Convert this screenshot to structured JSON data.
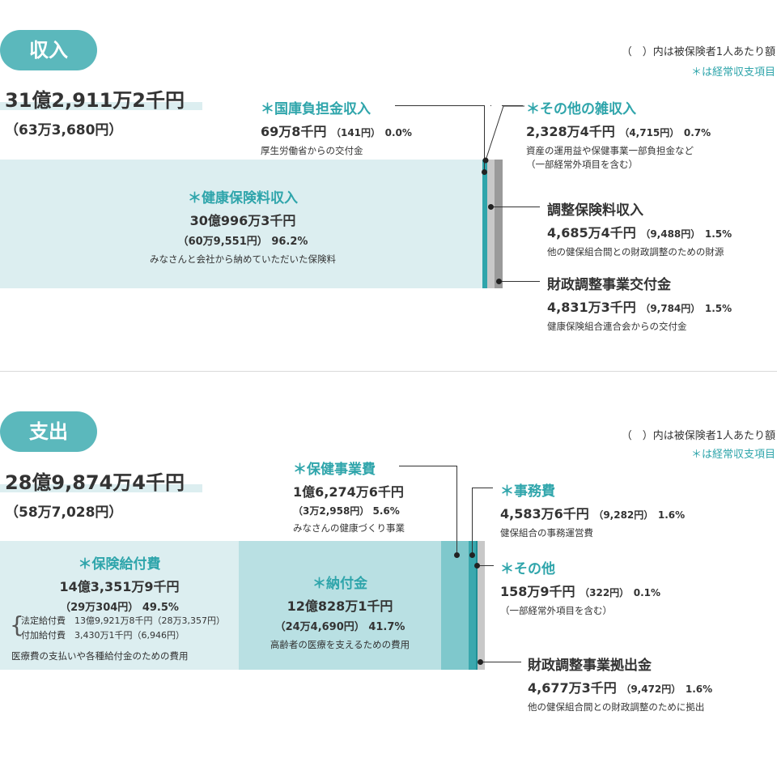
{
  "income": {
    "pill": "収入",
    "note": "（　）内は被保険者1人あたり額",
    "note2": "＊は経常収支項目",
    "total": "31億2,911万2千円",
    "total_per": "（63万3,680円）",
    "items": {
      "premium": {
        "head": "＊健康保険料収入",
        "amt": "30億996万3千円",
        "per": "（60万9,551円）",
        "pct": "96.2%",
        "desc": "みなさんと会社から納めていただいた保険料"
      },
      "national": {
        "head": "＊国庫負担金収入",
        "amt": "69万8千円",
        "per": "（141円）",
        "pct": "0.0%",
        "desc": "厚生労働省からの交付金"
      },
      "misc": {
        "head": "＊その他の雑収入",
        "amt": "2,328万4千円",
        "per": "（4,715円）",
        "pct": "0.7%",
        "desc1": "資産の運用益や保健事業一部負担金など",
        "desc2": "（一部経常外項目を含む）"
      },
      "adjust": {
        "head": "調整保険料収入",
        "amt": "4,685万4千円",
        "per": "（9,488円）",
        "pct": "1.5%",
        "desc": "他の健保組合間との財政調整のための財源"
      },
      "grant": {
        "head": "財政調整事業交付金",
        "amt": "4,831万3千円",
        "per": "（9,784円）",
        "pct": "1.5%",
        "desc": "健康保険組合連合会からの交付金"
      }
    }
  },
  "expense": {
    "pill": "支出",
    "note": "（　）内は被保険者1人あたり額",
    "note2": "＊は経常収支項目",
    "total": "28億9,874万4千円",
    "total_per": "（58万7,028円）",
    "items": {
      "benefit": {
        "head": "＊保険給付費",
        "amt": "14億3,351万9千円",
        "per": "（29万304円）",
        "pct": "49.5%",
        "desc": "医療費の支払いや各種給付金のための費用",
        "sub1_label": "法定給付費",
        "sub1_val": "13億9,921万8千円（28万3,357円）",
        "sub2_label": "付加給付費",
        "sub2_val": "3,430万1千円（6,946円）"
      },
      "contrib": {
        "head": "＊納付金",
        "amt": "12億828万1千円",
        "per": "（24万4,690円）",
        "pct": "41.7%",
        "desc": "高齢者の医療を支えるための費用"
      },
      "health": {
        "head": "＊保健事業費",
        "amt": "1億6,274万6千円",
        "per": "（3万2,958円）",
        "pct": "5.6%",
        "desc": "みなさんの健康づくり事業"
      },
      "admin": {
        "head": "＊事務費",
        "amt": "4,583万6千円",
        "per": "（9,282円）",
        "pct": "1.6%",
        "desc": "健保組合の事務運営費"
      },
      "other": {
        "head": "＊その他",
        "amt": "158万9千円",
        "per": "（322円）",
        "pct": "0.1%",
        "desc": "（一部経常外項目を含む）"
      },
      "adjexp": {
        "head": "財政調整事業拠出金",
        "amt": "4,677万3千円",
        "per": "（9,472円）",
        "pct": "1.6%",
        "desc": "他の健保組合間との財政調整のために拠出"
      }
    }
  },
  "chart_data": [
    {
      "type": "bar",
      "title": "収入",
      "categories": [
        "＊健康保険料収入",
        "＊国庫負担金収入",
        "＊その他の雑収入",
        "調整保険料収入",
        "財政調整事業交付金"
      ],
      "values": [
        96.2,
        0.0,
        0.7,
        1.5,
        1.5
      ],
      "colors": [
        "#dceef0",
        "#2fa5ab",
        "#2fa5ab",
        "#c8c8c8",
        "#9a9a9a"
      ]
    },
    {
      "type": "bar",
      "title": "支出",
      "categories": [
        "＊保険給付費",
        "＊納付金",
        "＊保健事業費",
        "＊事務費",
        "＊その他",
        "財政調整事業拠出金"
      ],
      "values": [
        49.5,
        41.7,
        5.6,
        1.6,
        0.1,
        1.6
      ],
      "colors": [
        "#dceef0",
        "#b9e0e3",
        "#7fc8cc",
        "#3aa8ae",
        "#1f8f95",
        "#c8c8c8"
      ]
    }
  ]
}
